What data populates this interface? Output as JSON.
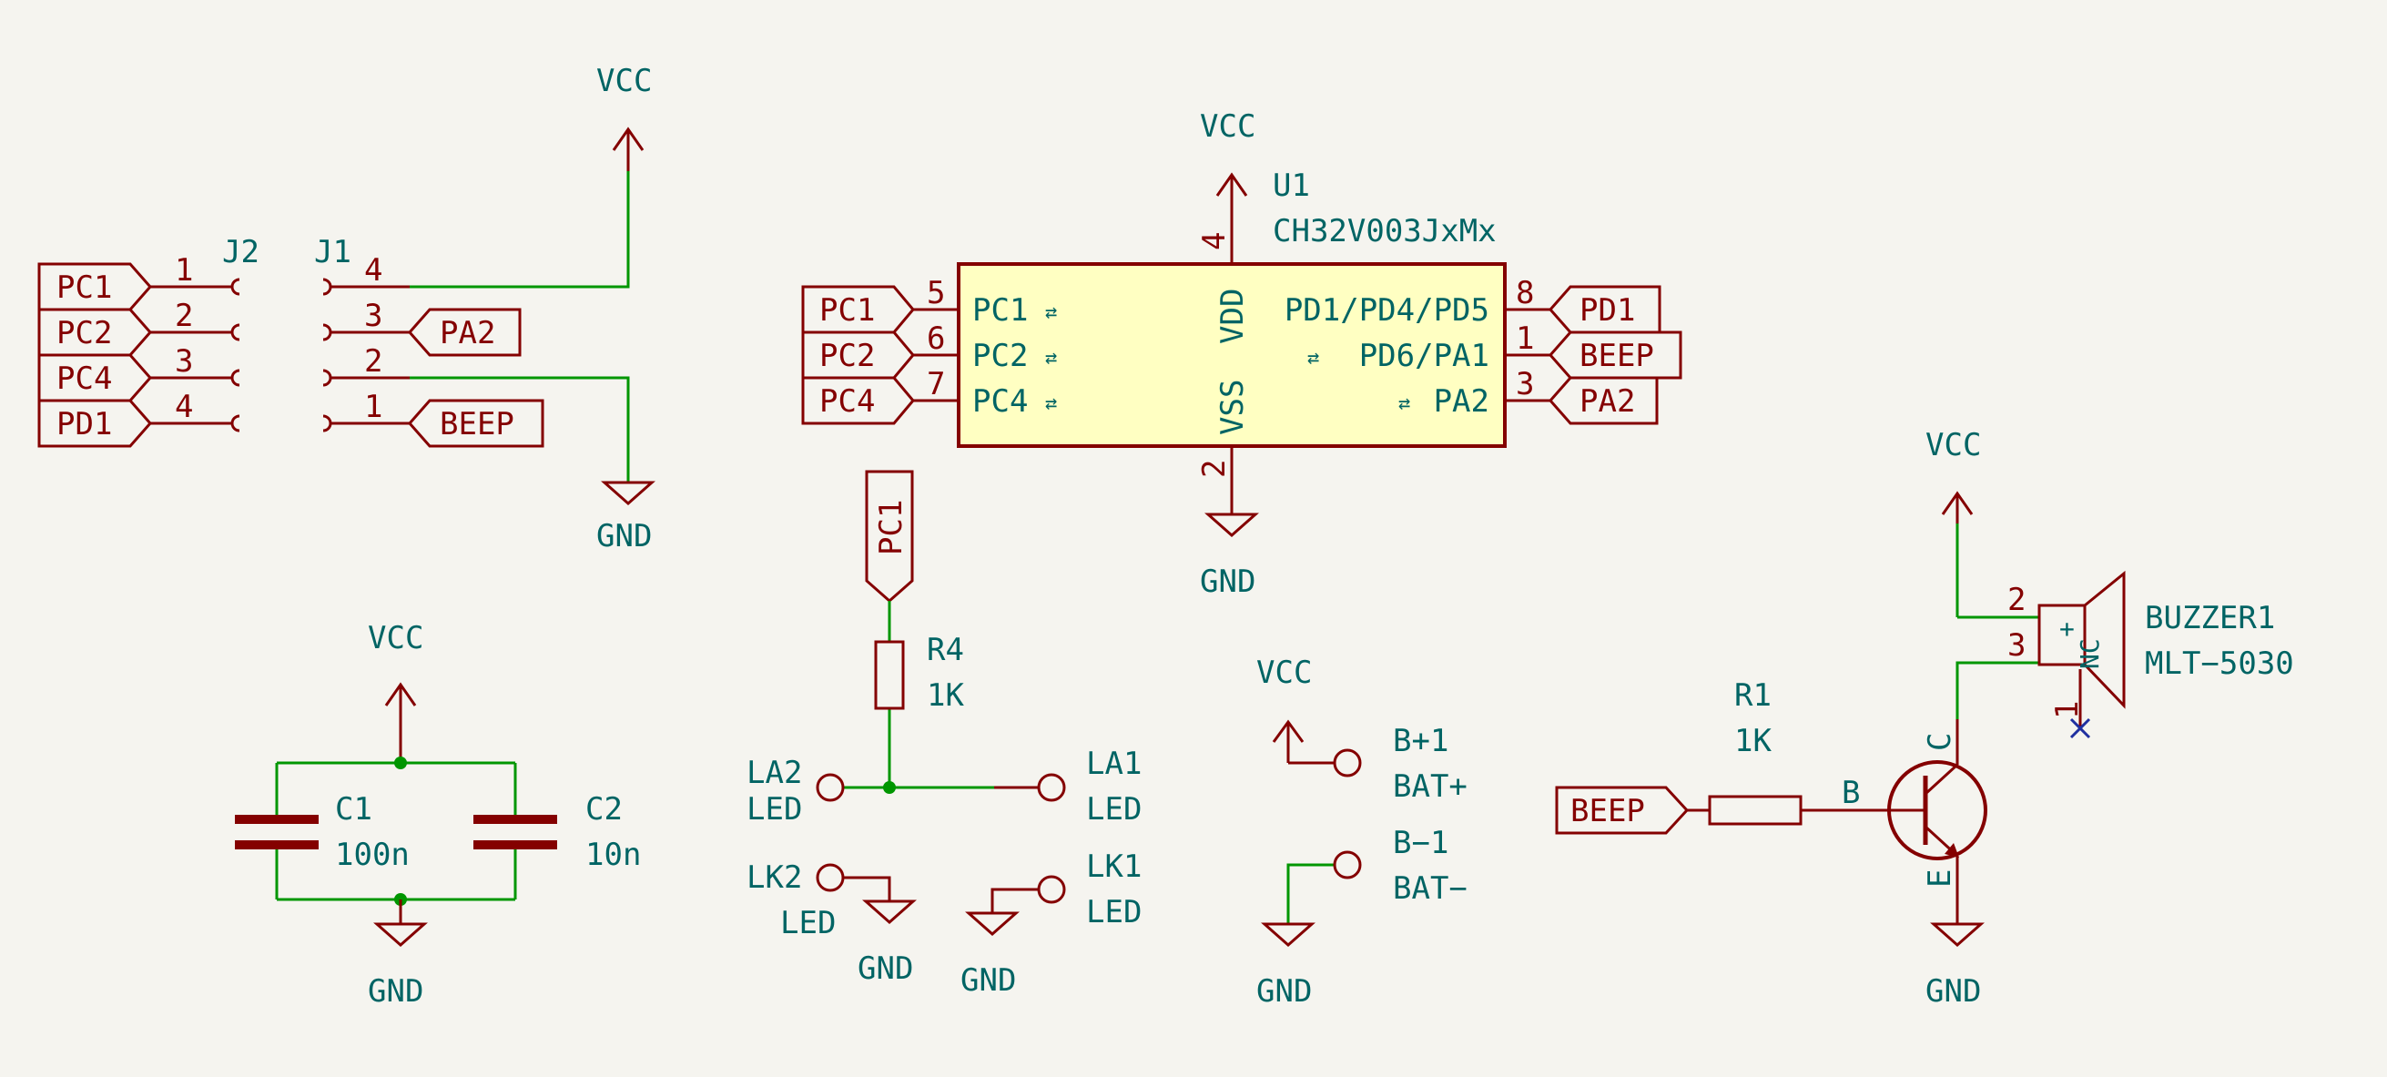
{
  "power": {
    "vcc": "VCC",
    "gnd": "GND"
  },
  "connectors": {
    "j2": {
      "ref": "J2",
      "pins": [
        "1",
        "2",
        "3",
        "4"
      ]
    },
    "j1": {
      "ref": "J1",
      "pins": [
        "4",
        "3",
        "2",
        "1"
      ]
    }
  },
  "labels": {
    "pc1": "PC1",
    "pc2": "PC2",
    "pc4": "PC4",
    "pd1": "PD1",
    "pa2": "PA2",
    "beep": "BEEP"
  },
  "u1": {
    "ref": "U1",
    "value": "CH32V003JxMx",
    "pin_names": {
      "pc1": "PC1",
      "pc2": "PC2",
      "pc4": "PC4",
      "vdd": "VDD",
      "vss": "VSS",
      "pd1": "PD1/PD4/PD5",
      "pd6": "PD6/PA1",
      "pa2": "PA2"
    },
    "pin_numbers": {
      "p5": "5",
      "p6": "6",
      "p7": "7",
      "p4": "4",
      "p2": "2",
      "p8": "8",
      "p1": "1",
      "p3": "3"
    }
  },
  "caps": {
    "c1": {
      "ref": "C1",
      "value": "100n"
    },
    "c2": {
      "ref": "C2",
      "value": "10n"
    }
  },
  "r4": {
    "ref": "R4",
    "value": "1K"
  },
  "leds": {
    "la2": "LA2",
    "la1": "LA1",
    "lk2": "LK2",
    "lk1": "LK1",
    "value": "LED"
  },
  "battery": {
    "bp_ref": "B+1",
    "bp_val": "BAT+",
    "bm_ref": "B−1",
    "bm_val": "BAT−"
  },
  "r1": {
    "ref": "R1",
    "value": "1K"
  },
  "transistor": {
    "b": "B",
    "c": "C",
    "e": "E"
  },
  "buzzer": {
    "ref": "BUZZER1",
    "value": "MLT−5030",
    "pins": {
      "p2": "2",
      "p3": "3",
      "p1": "1"
    },
    "pin_names": {
      "plus": "+",
      "nc": "NC"
    }
  },
  "colors": {
    "wire": "#009600",
    "symbol": "#840000",
    "text": "#006464",
    "body": "#ffffc2",
    "background": "#f5f4ef"
  }
}
